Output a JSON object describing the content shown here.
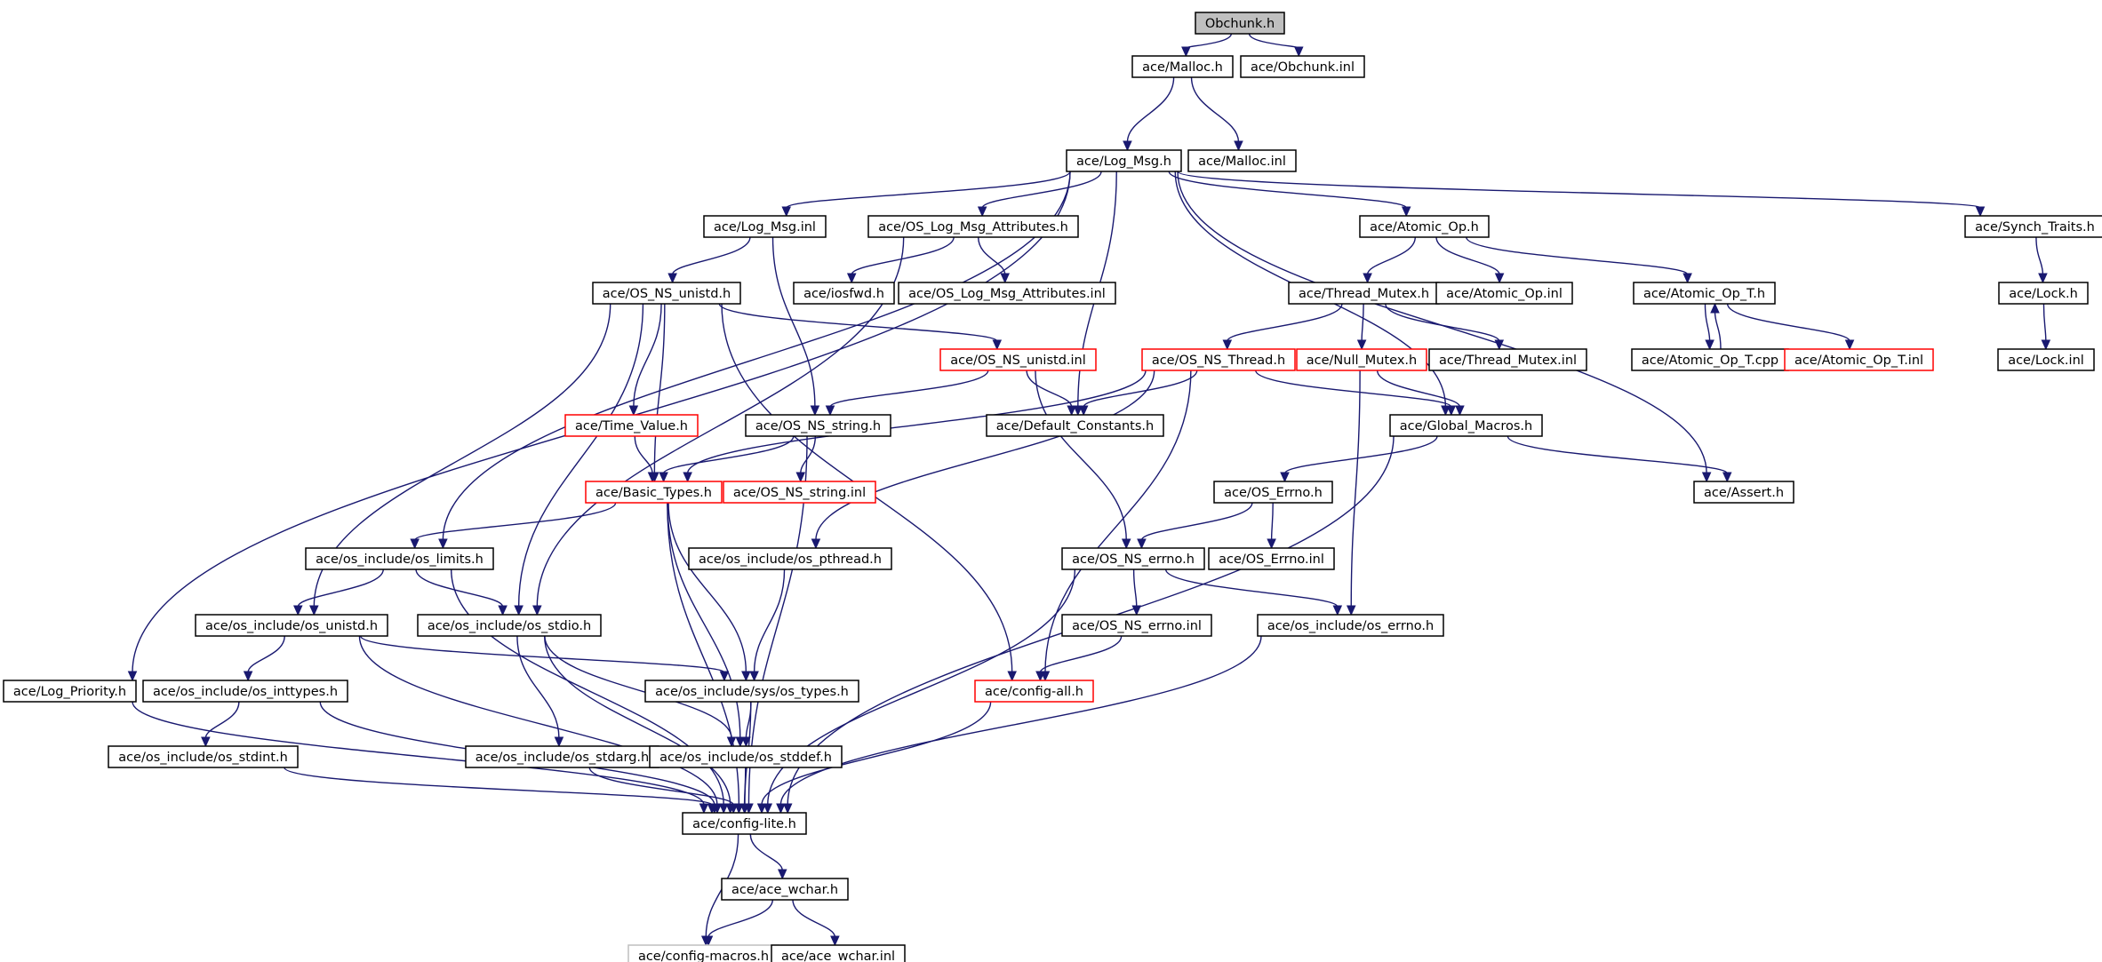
{
  "colors": {
    "edge": "#191970",
    "root_fill": "#bfbfbf",
    "box_border": "#000000",
    "red_border": "#ff0000",
    "gray_border": "#bfbfbf"
  },
  "nodes": [
    {
      "id": "obchunk_h",
      "label": "Obchunk.h",
      "style": "root"
    },
    {
      "id": "malloc_h",
      "label": "ace/Malloc.h"
    },
    {
      "id": "obchunk_inl",
      "label": "ace/Obchunk.inl"
    },
    {
      "id": "log_msg_h",
      "label": "ace/Log_Msg.h"
    },
    {
      "id": "malloc_inl",
      "label": "ace/Malloc.inl"
    },
    {
      "id": "log_msg_inl",
      "label": "ace/Log_Msg.inl"
    },
    {
      "id": "os_log_msg_attr_h",
      "label": "ace/OS_Log_Msg_Attributes.h"
    },
    {
      "id": "atomic_op_h",
      "label": "ace/Atomic_Op.h"
    },
    {
      "id": "synch_traits_h",
      "label": "ace/Synch_Traits.h"
    },
    {
      "id": "os_ns_unistd_h",
      "label": "ace/OS_NS_unistd.h"
    },
    {
      "id": "iosfwd_h",
      "label": "ace/iosfwd.h"
    },
    {
      "id": "os_log_msg_attr_inl",
      "label": "ace/OS_Log_Msg_Attributes.inl"
    },
    {
      "id": "thread_mutex_h",
      "label": "ace/Thread_Mutex.h"
    },
    {
      "id": "atomic_op_inl",
      "label": "ace/Atomic_Op.inl"
    },
    {
      "id": "atomic_op_t_h",
      "label": "ace/Atomic_Op_T.h"
    },
    {
      "id": "lock_h",
      "label": "ace/Lock.h"
    },
    {
      "id": "os_ns_unistd_inl",
      "label": "ace/OS_NS_unistd.inl",
      "style": "red"
    },
    {
      "id": "os_ns_thread_h",
      "label": "ace/OS_NS_Thread.h",
      "style": "red"
    },
    {
      "id": "null_mutex_h",
      "label": "ace/Null_Mutex.h",
      "style": "red"
    },
    {
      "id": "thread_mutex_inl",
      "label": "ace/Thread_Mutex.inl"
    },
    {
      "id": "atomic_op_t_cpp",
      "label": "ace/Atomic_Op_T.cpp"
    },
    {
      "id": "atomic_op_t_inl",
      "label": "ace/Atomic_Op_T.inl",
      "style": "red"
    },
    {
      "id": "lock_inl",
      "label": "ace/Lock.inl"
    },
    {
      "id": "time_value_h",
      "label": "ace/Time_Value.h",
      "style": "red"
    },
    {
      "id": "os_ns_string_h",
      "label": "ace/OS_NS_string.h"
    },
    {
      "id": "default_constants_h",
      "label": "ace/Default_Constants.h"
    },
    {
      "id": "global_macros_h",
      "label": "ace/Global_Macros.h"
    },
    {
      "id": "basic_types_h",
      "label": "ace/Basic_Types.h",
      "style": "red"
    },
    {
      "id": "os_ns_string_inl",
      "label": "ace/OS_NS_string.inl",
      "style": "red"
    },
    {
      "id": "os_errno_h",
      "label": "ace/OS_Errno.h"
    },
    {
      "id": "assert_h",
      "label": "ace/Assert.h"
    },
    {
      "id": "os_limits_h",
      "label": "ace/os_include/os_limits.h"
    },
    {
      "id": "os_pthread_h",
      "label": "ace/os_include/os_pthread.h"
    },
    {
      "id": "os_ns_errno_h",
      "label": "ace/OS_NS_errno.h"
    },
    {
      "id": "os_errno_inl",
      "label": "ace/OS_Errno.inl"
    },
    {
      "id": "os_unistd_h",
      "label": "ace/os_include/os_unistd.h"
    },
    {
      "id": "os_stdio_h",
      "label": "ace/os_include/os_stdio.h"
    },
    {
      "id": "os_ns_errno_inl",
      "label": "ace/OS_NS_errno.inl"
    },
    {
      "id": "os_include_errno_h",
      "label": "ace/os_include/os_errno.h"
    },
    {
      "id": "log_priority_h",
      "label": "ace/Log_Priority.h"
    },
    {
      "id": "os_inttypes_h",
      "label": "ace/os_include/os_inttypes.h"
    },
    {
      "id": "sys_os_types_h",
      "label": "ace/os_include/sys/os_types.h"
    },
    {
      "id": "config_all_h",
      "label": "ace/config-all.h",
      "style": "red"
    },
    {
      "id": "os_stdint_h",
      "label": "ace/os_include/os_stdint.h"
    },
    {
      "id": "os_stdarg_h",
      "label": "ace/os_include/os_stdarg.h"
    },
    {
      "id": "os_stddef_h",
      "label": "ace/os_include/os_stddef.h"
    },
    {
      "id": "config_lite_h",
      "label": "ace/config-lite.h"
    },
    {
      "id": "ace_wchar_h",
      "label": "ace/ace_wchar.h"
    },
    {
      "id": "config_macros_h",
      "label": "ace/config-macros.h",
      "style": "gray"
    },
    {
      "id": "ace_wchar_inl",
      "label": "ace/ace_wchar.inl"
    }
  ],
  "edges": [
    [
      "obchunk_h",
      "malloc_h"
    ],
    [
      "obchunk_h",
      "obchunk_inl"
    ],
    [
      "malloc_h",
      "log_msg_h"
    ],
    [
      "malloc_h",
      "malloc_inl"
    ],
    [
      "log_msg_h",
      "log_msg_inl"
    ],
    [
      "log_msg_h",
      "os_log_msg_attr_h"
    ],
    [
      "log_msg_h",
      "atomic_op_h"
    ],
    [
      "log_msg_h",
      "synch_traits_h"
    ],
    [
      "log_msg_h",
      "default_constants_h"
    ],
    [
      "log_msg_h",
      "global_macros_h"
    ],
    [
      "log_msg_h",
      "assert_h"
    ],
    [
      "log_msg_h",
      "os_limits_h"
    ],
    [
      "log_msg_h",
      "log_priority_h"
    ],
    [
      "log_msg_inl",
      "os_ns_unistd_h"
    ],
    [
      "log_msg_inl",
      "os_ns_string_h"
    ],
    [
      "os_log_msg_attr_h",
      "iosfwd_h"
    ],
    [
      "os_log_msg_attr_h",
      "os_log_msg_attr_inl"
    ],
    [
      "os_log_msg_attr_h",
      "os_stdio_h"
    ],
    [
      "atomic_op_h",
      "thread_mutex_h"
    ],
    [
      "atomic_op_h",
      "atomic_op_inl"
    ],
    [
      "atomic_op_h",
      "atomic_op_t_h"
    ],
    [
      "synch_traits_h",
      "lock_h"
    ],
    [
      "lock_h",
      "lock_inl"
    ],
    [
      "atomic_op_t_h",
      "atomic_op_t_cpp"
    ],
    [
      "atomic_op_t_cpp",
      "atomic_op_t_h"
    ],
    [
      "atomic_op_t_h",
      "atomic_op_t_inl"
    ],
    [
      "thread_mutex_h",
      "os_ns_thread_h"
    ],
    [
      "thread_mutex_h",
      "null_mutex_h"
    ],
    [
      "thread_mutex_h",
      "thread_mutex_inl"
    ],
    [
      "os_ns_unistd_h",
      "os_ns_unistd_inl"
    ],
    [
      "os_ns_unistd_h",
      "time_value_h"
    ],
    [
      "os_ns_unistd_h",
      "basic_types_h"
    ],
    [
      "os_ns_unistd_h",
      "os_unistd_h"
    ],
    [
      "os_ns_unistd_h",
      "os_stdio_h"
    ],
    [
      "os_ns_unistd_h",
      "config_all_h"
    ],
    [
      "os_ns_unistd_inl",
      "os_ns_string_h"
    ],
    [
      "os_ns_unistd_inl",
      "default_constants_h"
    ],
    [
      "os_ns_unistd_inl",
      "os_ns_errno_h"
    ],
    [
      "os_ns_thread_h",
      "default_constants_h"
    ],
    [
      "os_ns_thread_h",
      "global_macros_h"
    ],
    [
      "os_ns_thread_h",
      "basic_types_h"
    ],
    [
      "os_ns_thread_h",
      "os_pthread_h"
    ],
    [
      "os_ns_thread_h",
      "config_all_h"
    ],
    [
      "null_mutex_h",
      "global_macros_h"
    ],
    [
      "null_mutex_h",
      "os_include_errno_h"
    ],
    [
      "time_value_h",
      "basic_types_h"
    ],
    [
      "os_ns_string_h",
      "basic_types_h"
    ],
    [
      "os_ns_string_h",
      "os_ns_string_inl"
    ],
    [
      "os_ns_string_h",
      "config_lite_h"
    ],
    [
      "global_macros_h",
      "os_errno_h"
    ],
    [
      "global_macros_h",
      "assert_h"
    ],
    [
      "global_macros_h",
      "config_lite_h"
    ],
    [
      "basic_types_h",
      "os_limits_h"
    ],
    [
      "basic_types_h",
      "sys_os_types_h"
    ],
    [
      "basic_types_h",
      "os_stddef_h"
    ],
    [
      "basic_types_h",
      "config_lite_h"
    ],
    [
      "os_errno_h",
      "os_ns_errno_h"
    ],
    [
      "os_errno_h",
      "os_errno_inl"
    ],
    [
      "os_limits_h",
      "os_unistd_h"
    ],
    [
      "os_limits_h",
      "os_stdio_h"
    ],
    [
      "os_limits_h",
      "config_lite_h"
    ],
    [
      "os_pthread_h",
      "sys_os_types_h"
    ],
    [
      "os_ns_errno_h",
      "os_ns_errno_inl"
    ],
    [
      "os_ns_errno_h",
      "os_include_errno_h"
    ],
    [
      "os_ns_errno_h",
      "config_lite_h"
    ],
    [
      "os_unistd_h",
      "os_inttypes_h"
    ],
    [
      "os_unistd_h",
      "sys_os_types_h"
    ],
    [
      "os_unistd_h",
      "config_lite_h"
    ],
    [
      "os_stdio_h",
      "os_stdarg_h"
    ],
    [
      "os_stdio_h",
      "os_stddef_h"
    ],
    [
      "os_stdio_h",
      "config_lite_h"
    ],
    [
      "os_ns_errno_inl",
      "config_all_h"
    ],
    [
      "os_include_errno_h",
      "config_lite_h"
    ],
    [
      "log_priority_h",
      "config_lite_h"
    ],
    [
      "os_inttypes_h",
      "os_stdint_h"
    ],
    [
      "os_inttypes_h",
      "config_lite_h"
    ],
    [
      "sys_os_types_h",
      "os_stddef_h"
    ],
    [
      "sys_os_types_h",
      "config_lite_h"
    ],
    [
      "config_all_h",
      "config_lite_h"
    ],
    [
      "os_stdint_h",
      "config_lite_h"
    ],
    [
      "os_stdarg_h",
      "config_lite_h"
    ],
    [
      "os_stddef_h",
      "config_lite_h"
    ],
    [
      "config_lite_h",
      "ace_wchar_h"
    ],
    [
      "config_lite_h",
      "config_macros_h"
    ],
    [
      "ace_wchar_h",
      "config_macros_h"
    ],
    [
      "ace_wchar_h",
      "ace_wchar_inl"
    ]
  ]
}
